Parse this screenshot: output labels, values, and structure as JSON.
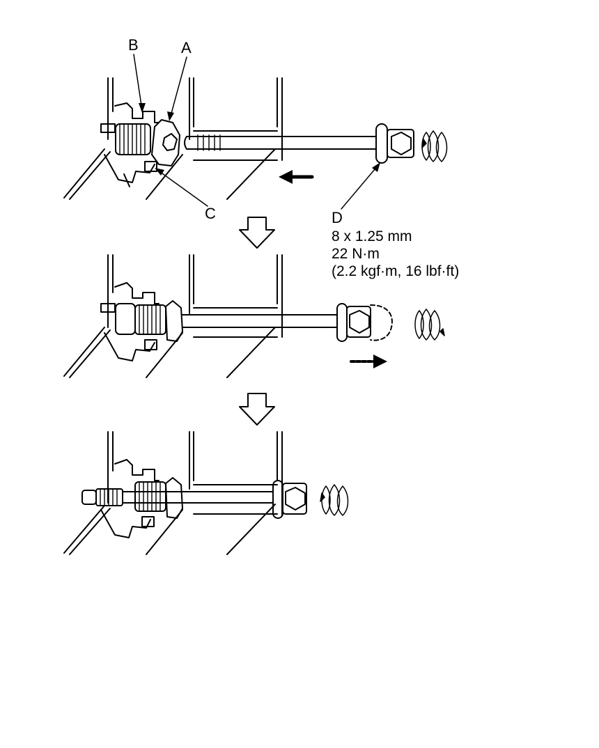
{
  "labels": {
    "a": "A",
    "b": "B",
    "c": "C",
    "d": "D"
  },
  "spec": {
    "line1": "8 x 1.25 mm",
    "line2": "22 N·m",
    "line3": "(2.2 kgf·m, 16 lbf·ft)"
  }
}
